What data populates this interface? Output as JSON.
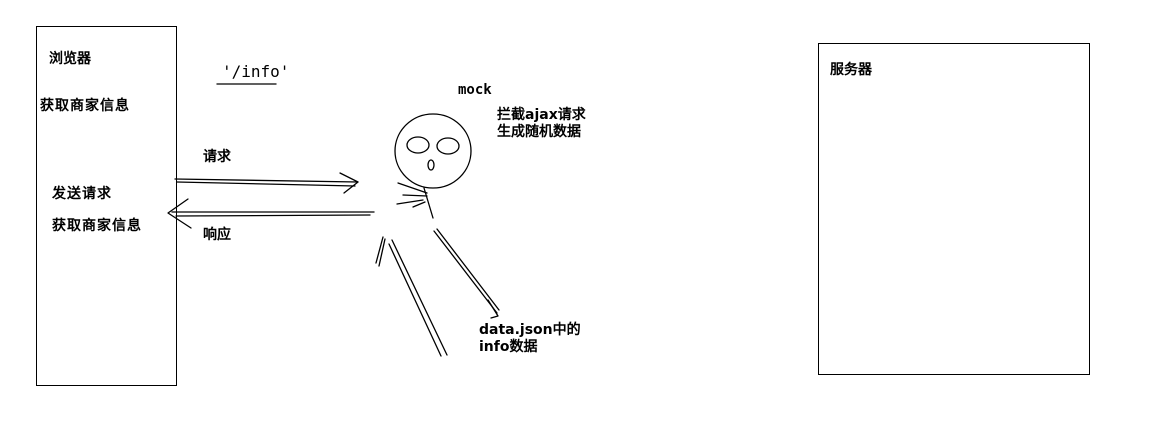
{
  "browser": {
    "title": "浏览器",
    "action_top": "获取商家信息",
    "send_request": "发送请求",
    "action_bottom": "获取商家信息"
  },
  "route": "'/info'",
  "arrows": {
    "request": "请求",
    "response": "响应"
  },
  "mock": {
    "title": "mock",
    "note_line1": "拦截ajax请求",
    "note_line2": "生成随机数据",
    "data_line1": "data.json中的",
    "data_line2": "info数据"
  },
  "server": {
    "title": "服务器"
  }
}
